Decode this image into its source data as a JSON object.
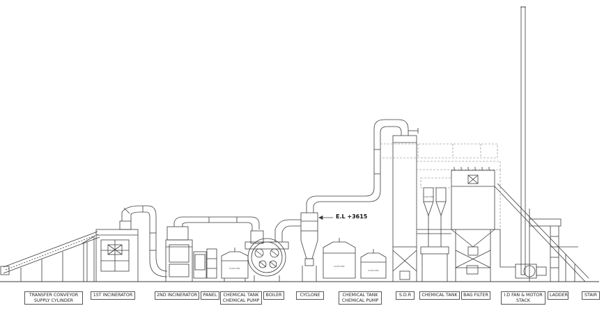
{
  "elevation": "E.L +3615",
  "labels": {
    "transfer_conveyor": [
      "TRANSFER CONVEYOR",
      "SUPPLY CYLINDER"
    ],
    "first_incinerator": [
      "1ST INCINERATOR"
    ],
    "second_incinerator": [
      "2ND INCINERATOR"
    ],
    "panel": [
      "PANEL"
    ],
    "chemical_tank_pump_1": [
      "CHEMICAL TANK",
      "CHEMICAL PUMP"
    ],
    "boiler": [
      "BOILER"
    ],
    "cyclone": [
      "CYCLONE"
    ],
    "chemical_tank_pump_2": [
      "CHEMICAL TANK",
      "CHEMICAL PUMP"
    ],
    "sdr": [
      "S.D.R"
    ],
    "chemical_tank": [
      "CHEMICAL TANK"
    ],
    "bag_filter": [
      "BAG FILTER"
    ],
    "id_fan_stack": [
      "I.D FAN & MOTOR",
      "STACK"
    ],
    "ladder": [
      "LADDER"
    ],
    "stair": [
      "STAIR"
    ]
  },
  "tank_marks": [
    "PLAIN TANK",
    "PLAIN TANK",
    "PLAIN TANK",
    "PLAIN TANK"
  ],
  "colors": {
    "line": "#3a3a3a",
    "dashed": "#777777",
    "fill": "#ffffff"
  }
}
